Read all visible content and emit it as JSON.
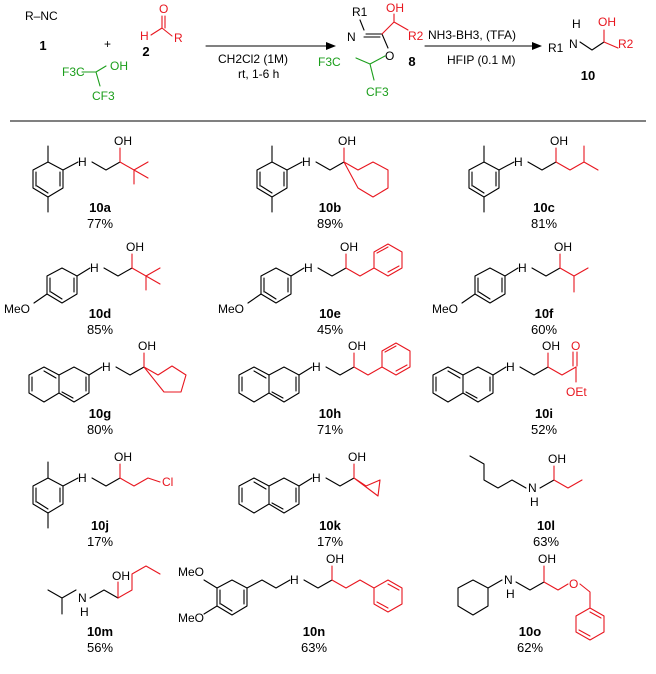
{
  "colors": {
    "bond": "#000000",
    "r2_fragment": "#e8161f",
    "hfip": "#1b9e1b"
  },
  "reaction": {
    "isocyanide": {
      "formula": "R–NC",
      "number": "1"
    },
    "plus": "+",
    "aldehyde": {
      "H": "H",
      "O": "O",
      "R": "R",
      "number": "2"
    },
    "hfip": {
      "OH": "OH",
      "CF3_top": "F3C",
      "CF3_bottom": "CF3"
    },
    "step1": {
      "reagent": "CH2Cl2 (1M)",
      "conditions": "rt, 1-6 h"
    },
    "intermediate": {
      "R1": "R1",
      "N": "N",
      "OH": "OH",
      "O": "O",
      "R2": "R2",
      "F3C": "F3C",
      "CF3": "CF3",
      "number": "8"
    },
    "step2": {
      "reagent": "NH3-BH3, (TFA)",
      "solvent": "HFIP (0.1 M)"
    },
    "product": {
      "R1": "R1",
      "N": "N",
      "H": "H",
      "OH": "OH",
      "R2": "R2",
      "number": "10"
    }
  },
  "compounds": [
    {
      "label": "10a",
      "yield": "77%"
    },
    {
      "label": "10b",
      "yield": "89%"
    },
    {
      "label": "10c",
      "yield": "81%"
    },
    {
      "label": "10d",
      "yield": "85%"
    },
    {
      "label": "10e",
      "yield": "45%"
    },
    {
      "label": "10f",
      "yield": "60%"
    },
    {
      "label": "10g",
      "yield": "80%"
    },
    {
      "label": "10h",
      "yield": "71%"
    },
    {
      "label": "10i",
      "yield": "52%"
    },
    {
      "label": "10j",
      "yield": "17%"
    },
    {
      "label": "10k",
      "yield": "17%"
    },
    {
      "label": "10l",
      "yield": "63%"
    },
    {
      "label": "10m",
      "yield": "56%"
    },
    {
      "label": "10n",
      "yield": "63%"
    },
    {
      "label": "10o",
      "yield": "62%"
    }
  ],
  "atoms": {
    "NH": "NH",
    "H": "H",
    "N": "N",
    "OH": "OH",
    "O": "O",
    "MeO": "MeO",
    "Cl": "Cl",
    "OEt": "OEt"
  }
}
